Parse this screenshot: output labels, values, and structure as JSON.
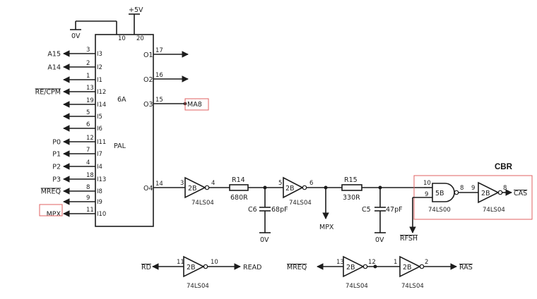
{
  "supply": {
    "vplus": "+5V",
    "gnd": "0V"
  },
  "pal": {
    "name": "6A",
    "type": "PAL",
    "top_pins": [
      "10",
      "20"
    ],
    "left": [
      {
        "signal": "A15",
        "num": "3",
        "pin": "I3"
      },
      {
        "signal": "A14",
        "num": "2",
        "pin": "I2"
      },
      {
        "signal": "",
        "num": "1",
        "pin": "I1"
      },
      {
        "signal": "RE/CPM",
        "num": "13",
        "pin": "I12",
        "bar": true
      },
      {
        "signal": "",
        "num": "19",
        "pin": "I14"
      },
      {
        "signal": "",
        "num": "5",
        "pin": "I5"
      },
      {
        "signal": "",
        "num": "6",
        "pin": "I6"
      },
      {
        "signal": "P0",
        "num": "12",
        "pin": "I11"
      },
      {
        "signal": "P1",
        "num": "7",
        "pin": "I7"
      },
      {
        "signal": "P2",
        "num": "4",
        "pin": "I4"
      },
      {
        "signal": "P3",
        "num": "18",
        "pin": "I13"
      },
      {
        "signal": "MREQ",
        "num": "8",
        "pin": "I8",
        "bar": true
      },
      {
        "signal": "",
        "num": "9",
        "pin": "I9"
      },
      {
        "signal": "MPX",
        "num": "11",
        "pin": "I10"
      }
    ],
    "right": [
      {
        "pin": "O1",
        "num": "17",
        "signal": ""
      },
      {
        "pin": "O2",
        "num": "16",
        "signal": ""
      },
      {
        "pin": "O3",
        "num": "15",
        "signal": "MA8"
      },
      {
        "pin": "O4",
        "num": "14",
        "signal": ""
      }
    ]
  },
  "chain": {
    "inv1": {
      "name": "2B",
      "part": "74LS04",
      "in": "3",
      "out": "4"
    },
    "r14": {
      "name": "R14",
      "value": "680R"
    },
    "c6": {
      "name": "C6",
      "value": "68pF",
      "gnd": "0V"
    },
    "inv2": {
      "name": "2B",
      "part": "74LS04",
      "in": "5",
      "out": "6"
    },
    "mpx": "MPX",
    "r15": {
      "name": "R15",
      "value": "330R"
    },
    "c5": {
      "name": "C5",
      "value": "47pF",
      "gnd": "0V"
    }
  },
  "cbr": {
    "label": "CBR",
    "nand": {
      "name": "5B",
      "part": "74LS00",
      "in1": "10",
      "in2": "9",
      "out": "8"
    },
    "inv": {
      "name": "2B",
      "part": "74LS04",
      "in": "9",
      "out": "8"
    },
    "output": "CAS",
    "rfsh": "RFSH"
  },
  "bottom": {
    "inv_read": {
      "name": "2B",
      "part": "74LS04",
      "in": "11",
      "out": "10",
      "left": "RD",
      "right": "READ"
    },
    "inv_mreq": {
      "name": "2B",
      "part": "74LS04",
      "in": "13",
      "out": "12",
      "left": "MREQ"
    },
    "inv_ras": {
      "name": "2B",
      "part": "74LS04",
      "in": "1",
      "out": "2",
      "right": "RAS"
    }
  }
}
